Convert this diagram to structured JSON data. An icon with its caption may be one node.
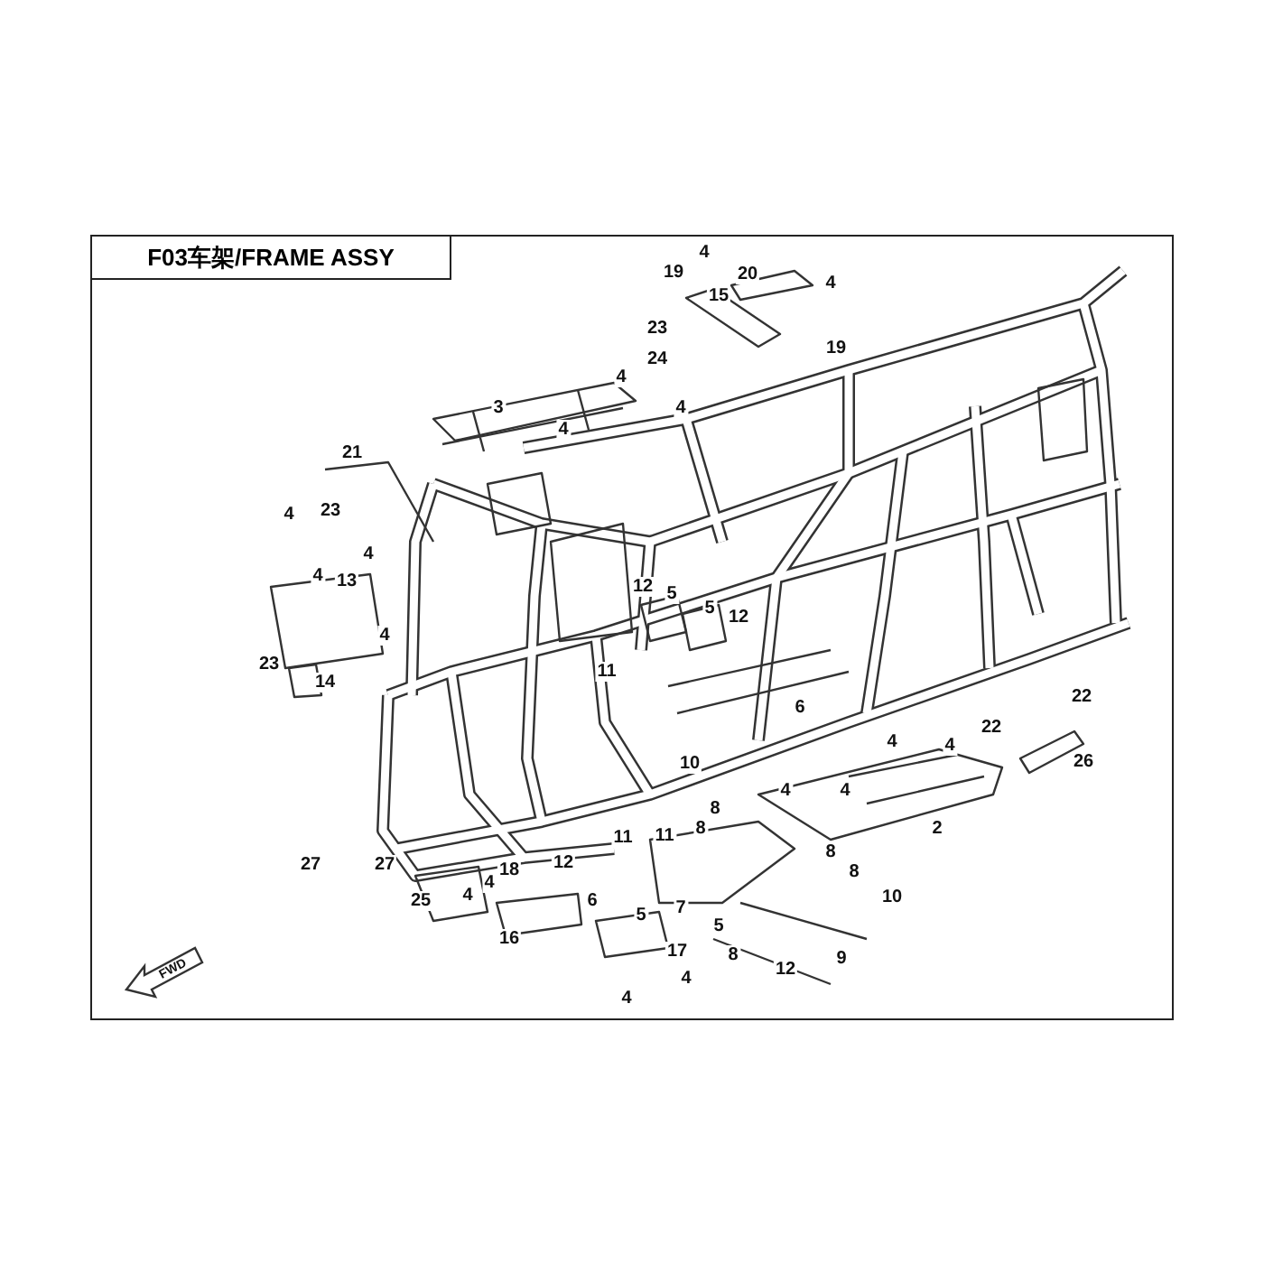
{
  "diagram": {
    "title": "F03车架/FRAME ASSY",
    "labels": [
      "4",
      "20",
      "4",
      "19",
      "15",
      "23",
      "19",
      "24",
      "4",
      "3",
      "4",
      "4",
      "21",
      "4",
      "23",
      "4",
      "13",
      "4",
      "12",
      "5",
      "5",
      "12",
      "4",
      "23",
      "11",
      "14",
      "22",
      "6",
      "22",
      "4",
      "4",
      "10",
      "26",
      "4",
      "4",
      "8",
      "2",
      "11",
      "11",
      "8",
      "27",
      "27",
      "18",
      "12",
      "4",
      "8",
      "8",
      "25",
      "4",
      "6",
      "10",
      "7",
      "5",
      "5",
      "16",
      "17",
      "8",
      "9",
      "12",
      "4",
      "4",
      "FWD"
    ]
  }
}
